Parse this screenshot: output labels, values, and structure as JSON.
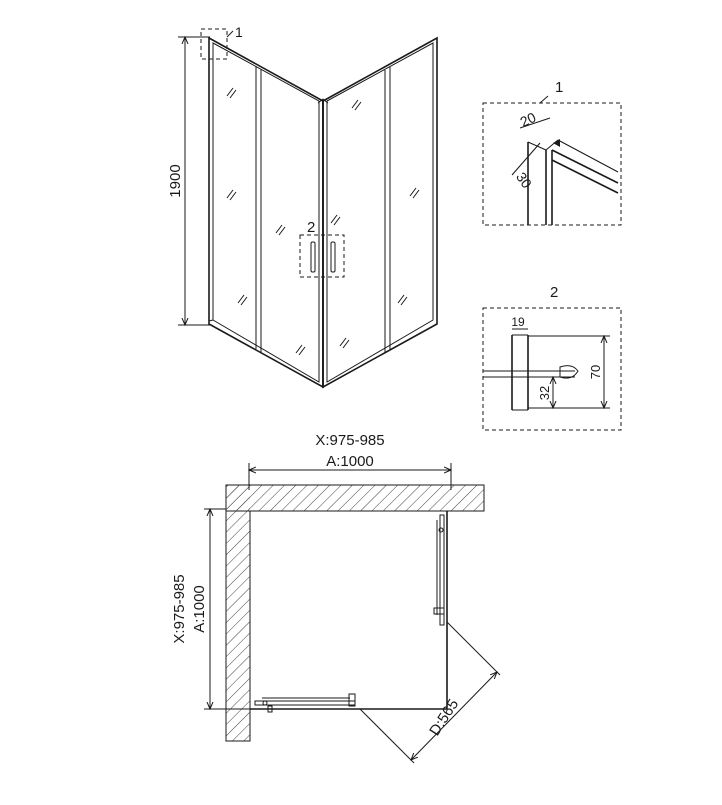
{
  "front_view": {
    "height_label": "1900",
    "callout_1": "1",
    "callout_2": "2"
  },
  "detail_1": {
    "title": "1",
    "dim_a": "20",
    "dim_b": "30"
  },
  "detail_2": {
    "title": "2",
    "dim_width": "19",
    "dim_height": "70",
    "dim_offset": "32"
  },
  "plan_view": {
    "x_top": "X:975-985",
    "a_top": "A:1000",
    "x_side": "X:975-985",
    "a_side": "A:1000",
    "diagonal": "D:565"
  }
}
